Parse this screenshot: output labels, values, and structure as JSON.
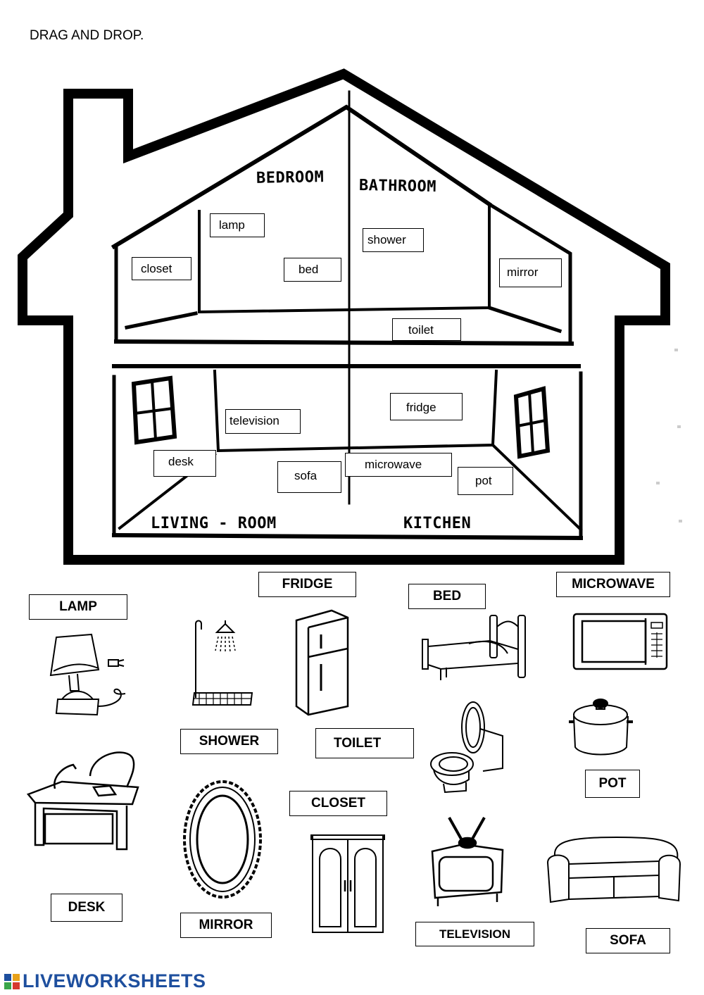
{
  "instruction": "DRAG AND DROP.",
  "rooms": {
    "bedroom": "BEDROOM",
    "bathroom": "BATHROOM",
    "living_room": "LIVING - ROOM",
    "kitchen": "KITCHEN"
  },
  "draggables": {
    "lamp": "lamp",
    "closet": "closet",
    "bed": "bed",
    "shower": "shower",
    "mirror": "mirror",
    "toilet": "toilet",
    "television": "television",
    "fridge": "fridge",
    "desk": "desk",
    "sofa": "sofa",
    "microwave": "microwave",
    "pot": "pot"
  },
  "targets": {
    "fridge": "FRIDGE",
    "lamp": "LAMP",
    "bed": "BED",
    "microwave": "MICROWAVE",
    "shower": "SHOWER",
    "toilet": "TOILET",
    "pot": "POT",
    "closet": "CLOSET",
    "desk": "DESK",
    "mirror": "MIRROR",
    "television": "TELEVISION",
    "sofa": "SOFA"
  },
  "brand": {
    "name": "LIVEWORKSHEETS",
    "color": "#1e4f9e"
  }
}
